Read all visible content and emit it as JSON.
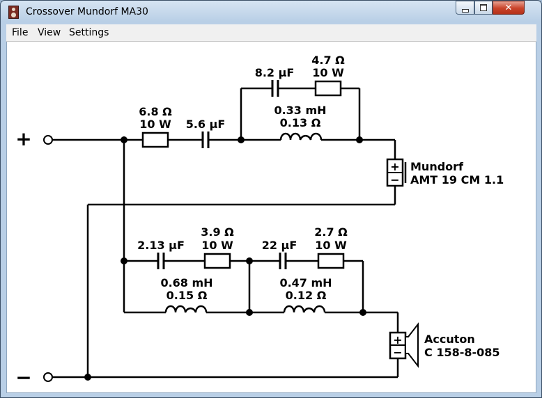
{
  "window": {
    "title": "Crossover Mundorf MA30"
  },
  "menu": [
    "File",
    "View",
    "Settings"
  ],
  "circuit": {
    "terminals": {
      "plus": "+",
      "minus": "−"
    },
    "tweeter": {
      "r1": {
        "value": "6.8 Ω",
        "power": "10 W"
      },
      "c1": "5.6 µF",
      "c2": "8.2 µF",
      "r2": {
        "value": "4.7 Ω",
        "power": "10 W"
      },
      "l1": {
        "value": "0.33 mH",
        "resistance": "0.13 Ω"
      },
      "driver": {
        "brand": "Mundorf",
        "model": "AMT 19 CM 1.1",
        "pos": "+",
        "neg": "−"
      }
    },
    "woofer": {
      "c1": "2.13 µF",
      "r1": {
        "value": "3.9 Ω",
        "power": "10 W"
      },
      "c2": "22 µF",
      "r2": {
        "value": "2.7 Ω",
        "power": "10 W"
      },
      "l1": {
        "value": "0.68 mH",
        "resistance": "0.15 Ω"
      },
      "l2": {
        "value": "0.47 mH",
        "resistance": "0.12 Ω"
      },
      "driver": {
        "brand": "Accuton",
        "model": "C 158-8-085",
        "pos": "+",
        "neg": "−"
      }
    }
  }
}
